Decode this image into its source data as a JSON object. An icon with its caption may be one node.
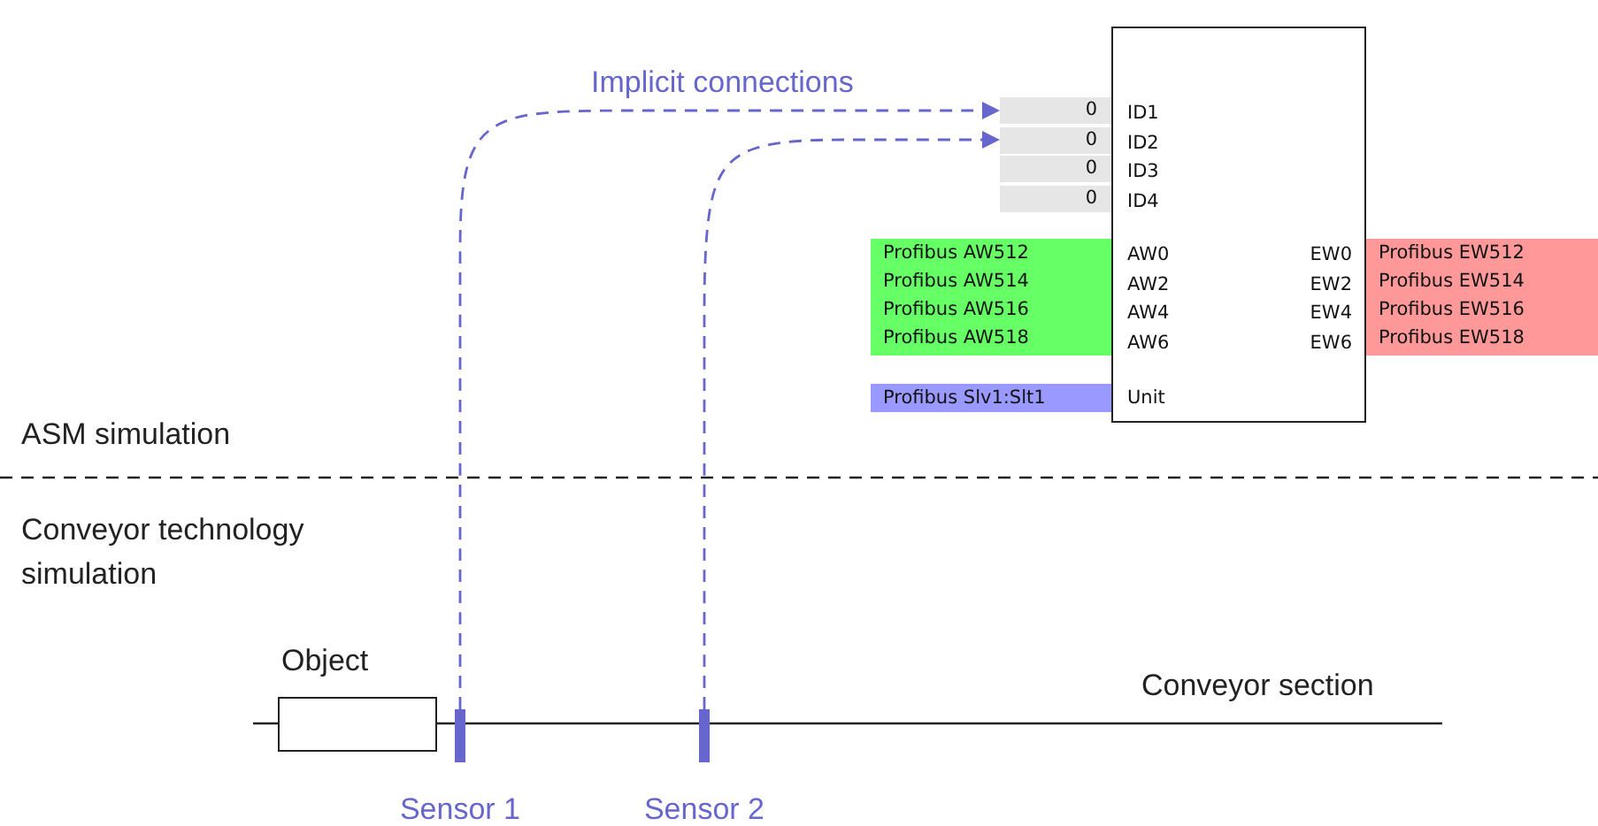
{
  "diagram": {
    "nodes": [
      {
        "text": [
          "ID1",
          "ID2",
          "ID3",
          "ID4",
          "AW0",
          "AW2",
          "AW4",
          "AW6",
          "EW0",
          "EW2",
          "EW4",
          "EW6",
          "Unit"
        ]
      },
      {
        "text": [
          "0"
        ]
      },
      {
        "text": [
          "0"
        ]
      },
      {
        "text": [
          "0"
        ]
      },
      {
        "text": [
          "0"
        ]
      },
      {
        "text": [
          "Profibus AW512",
          "Profibus AW514",
          "Profibus AW516",
          "Profibus AW518"
        ]
      },
      {
        "text": [
          "Profibus EW512",
          "Profibus EW514",
          "Profibus EW516",
          "Profibus EW518"
        ]
      },
      {
        "text": [
          "Profibus Slv1:Slt1"
        ]
      },
      {
        "text": [
          "Object"
        ]
      },
      {
        "text": [
          "Sensor 1"
        ]
      },
      {
        "text": [
          "Sensor 2"
        ]
      }
    ],
    "edges": [
      {
        "from": 9,
        "to": 1,
        "arrow": "to",
        "style": "dashed",
        "color": "#6666cc"
      },
      {
        "from": 10,
        "to": 2,
        "arrow": "to",
        "style": "dashed",
        "color": "#6666cc"
      }
    ],
    "labels": [
      "Implicit connections",
      "ASM simulation",
      "Conveyor technology simulation",
      "Conveyor section"
    ]
  }
}
